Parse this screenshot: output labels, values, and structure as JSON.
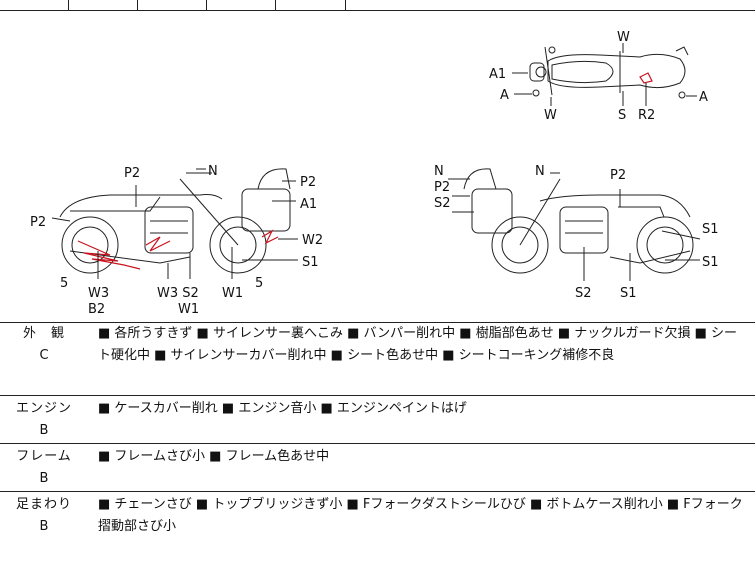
{
  "diagram_labels": {
    "top": {
      "a1": "A1",
      "a_left": "A",
      "w_top": "W",
      "w_bottom": "W",
      "s": "S",
      "r2": "R2",
      "a_right": "A"
    },
    "left": {
      "p2_seat": "P2",
      "n": "N",
      "p2_cowl": "P2",
      "a1": "A1",
      "p2_side": "P2",
      "w2": "W2",
      "s1": "S1",
      "five_left": "5",
      "five_right": "5",
      "w3_b2_line1": "W3",
      "w3_b2_line2": "B2",
      "w3s2": "W3 S2",
      "w1_under": "W1",
      "w1": "W1"
    },
    "right": {
      "n_cowl": "N",
      "p2_cowl": "P2",
      "s2_cowl": "S2",
      "n": "N",
      "p2": "P2",
      "s1_a": "S1",
      "s1_b": "S1",
      "s2": "S2",
      "s1_c": "S1"
    }
  },
  "sections": [
    {
      "name": "外　観",
      "grade": "C",
      "notes": "■ 各所うすきず ■ サイレンサー裏へこみ ■ バンパー削れ中 ■ 樹脂部色あせ ■ ナックルガード欠損 ■ シート硬化中 ■ サイレンサーカバー削れ中 ■ シート色あせ中 ■ シートコーキング補修不良"
    },
    {
      "name": "エンジン",
      "grade": "B",
      "notes": "■ ケースカバー削れ ■ エンジン音小 ■ エンジンペイントはげ"
    },
    {
      "name": "フレーム",
      "grade": "B",
      "notes": "■ フレームさび小 ■ フレーム色あせ中"
    },
    {
      "name": "足まわり",
      "grade": "B",
      "notes": "■ チェーンさび ■ トップブリッジきず小 ■ Fフォークダストシールひび ■ ボトムケース削れ小 ■ Fフォーク摺動部さび小"
    }
  ]
}
